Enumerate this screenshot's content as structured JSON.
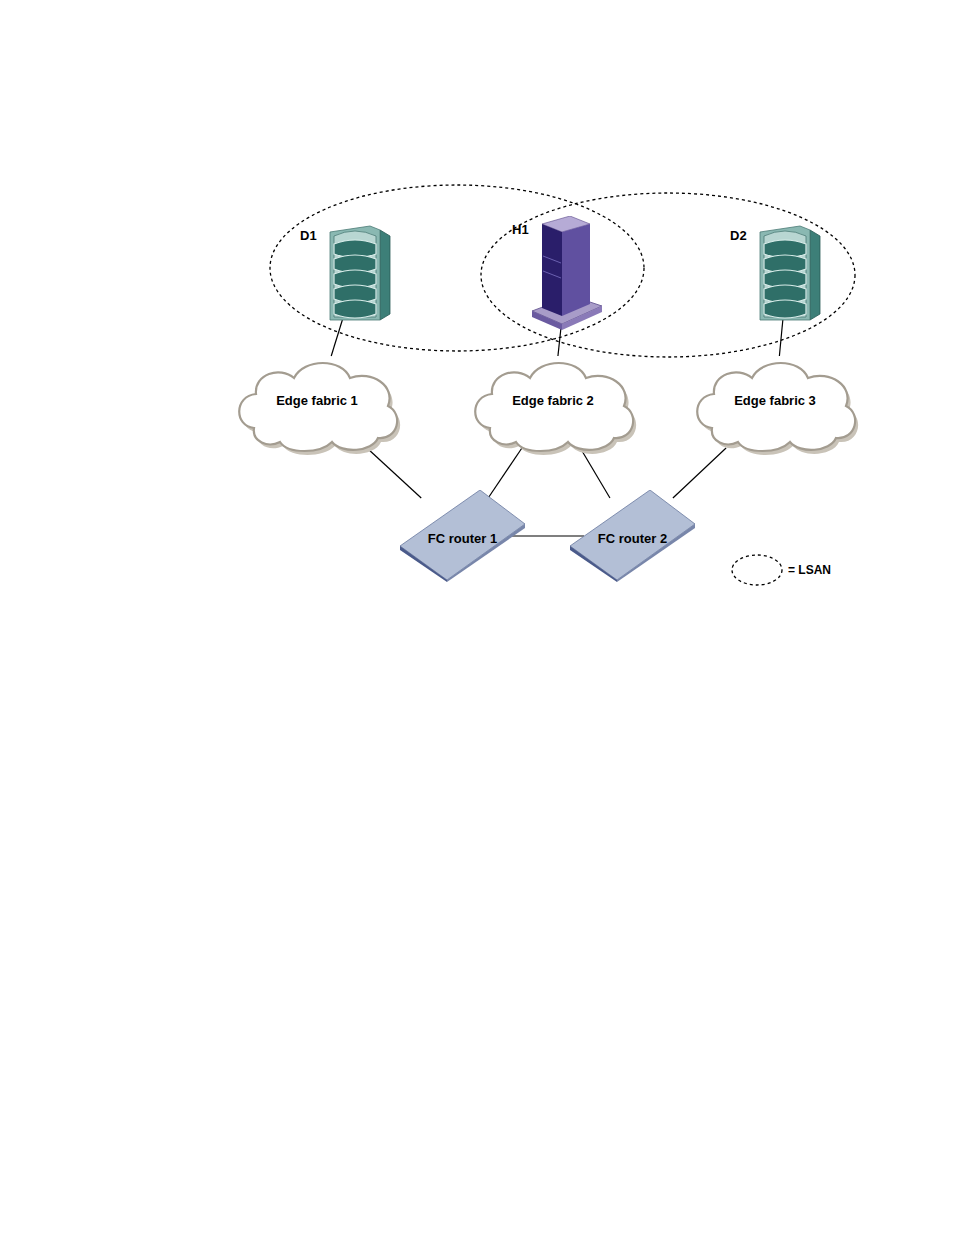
{
  "diagram": {
    "nodes": [
      {
        "text": [
          "D1"
        ]
      },
      {
        "text": [
          "H1"
        ]
      },
      {
        "text": [
          "D2"
        ]
      },
      {
        "text": [
          "Edge fabric 1"
        ]
      },
      {
        "text": [
          "Edge fabric 2"
        ]
      },
      {
        "text": [
          "Edge fabric 3"
        ]
      },
      {
        "text": [
          "FC router 1"
        ]
      },
      {
        "text": [
          "FC router 2"
        ]
      }
    ],
    "edges": [
      {
        "from": 0,
        "to": 3,
        "arrow": "none"
      },
      {
        "from": 1,
        "to": 4,
        "arrow": "none"
      },
      {
        "from": 2,
        "to": 5,
        "arrow": "none"
      },
      {
        "from": 3,
        "to": 6,
        "arrow": "none"
      },
      {
        "from": 4,
        "to": 6,
        "arrow": "none"
      },
      {
        "from": 4,
        "to": 7,
        "arrow": "none"
      },
      {
        "from": 5,
        "to": 7,
        "arrow": "none"
      },
      {
        "from": 6,
        "to": 7,
        "arrow": "none"
      }
    ],
    "legend": [
      {
        "text": "= LSAN"
      }
    ]
  }
}
